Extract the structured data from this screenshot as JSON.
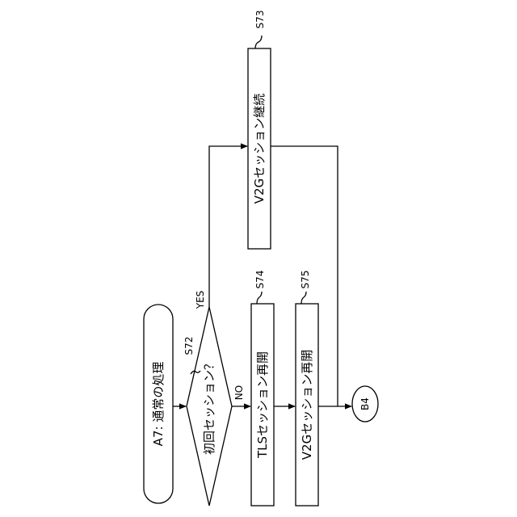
{
  "flowchart": {
    "start": "A7: 通常の処理",
    "decision": {
      "label": "初回セッション？",
      "step": "S72",
      "yes": "YES",
      "no": "NO"
    },
    "continue_box": {
      "label": "V2Gセッション継続",
      "step": "S73"
    },
    "tls_box": {
      "label": "TLSセッション再開",
      "step": "S74"
    },
    "v2g_box": {
      "label": "V2Gセッション再開",
      "step": "S75"
    },
    "end": "B4"
  }
}
